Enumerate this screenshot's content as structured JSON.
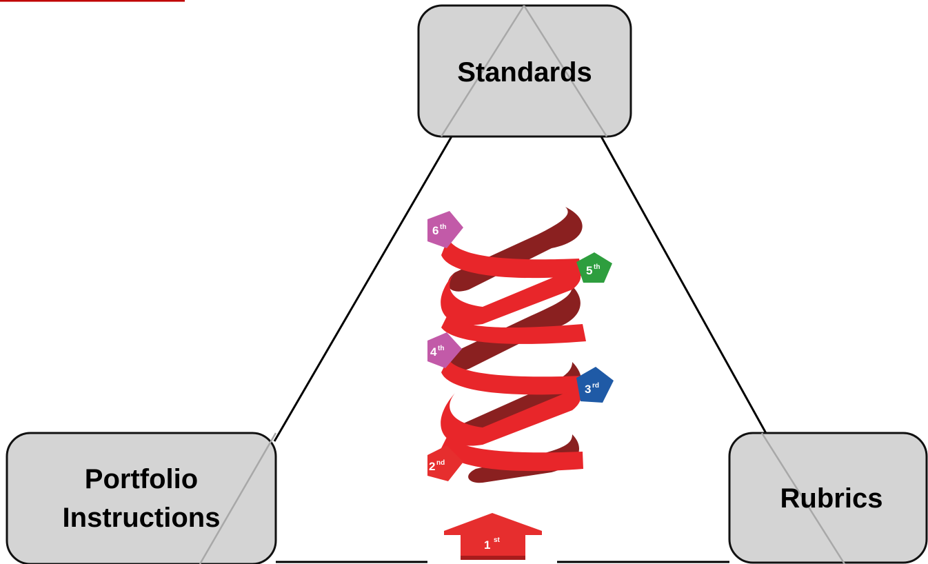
{
  "nodes": {
    "top": {
      "label": "Standards"
    },
    "left": {
      "line1": "Portfolio",
      "line2": "Instructions"
    },
    "right": {
      "label": "Rubrics"
    }
  },
  "helix": {
    "steps": [
      {
        "num": "1",
        "sup": "st",
        "color": "#e62e2e"
      },
      {
        "num": "2",
        "sup": "nd",
        "color": "#e62e2e"
      },
      {
        "num": "3",
        "sup": "rd",
        "color": "#1f5aa6"
      },
      {
        "num": "4",
        "sup": "th",
        "color": "#c25aa8"
      },
      {
        "num": "5",
        "sup": "th",
        "color": "#2e9e3e"
      },
      {
        "num": "6",
        "sup": "th",
        "color": "#c25aa8"
      }
    ]
  },
  "colors": {
    "box_fill": "#d4d4d4",
    "box_stroke": "#111111",
    "accent_line": "#c00000",
    "ribbon_front": "#e8262a",
    "ribbon_back": "#8a2020"
  }
}
